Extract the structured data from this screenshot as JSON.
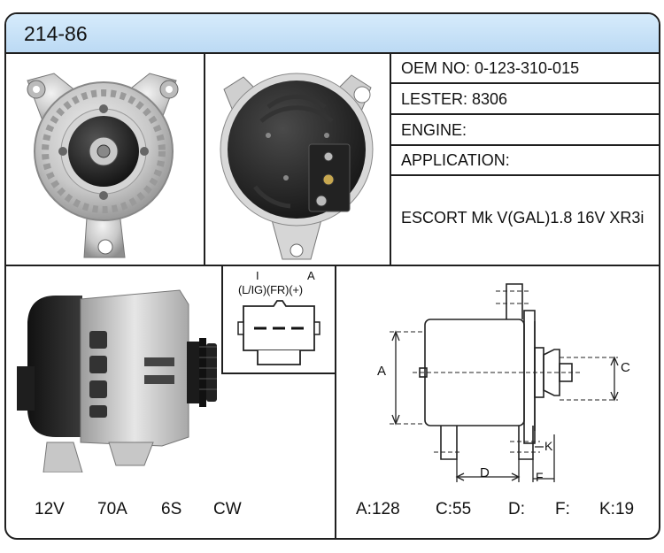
{
  "part_number": "214-86",
  "specs": {
    "oem": "OEM NO: 0-123-310-015",
    "lester": "LESTER: 8306",
    "engine": "ENGINE:",
    "application_label": "APPLICATION:",
    "application_value": "ESCORT Mk V(GAL)1.8 16V XR3i"
  },
  "connector": {
    "pin1_top": "I",
    "pin3_top": "A",
    "pin_labels": "(L/IG)(FR)(+)"
  },
  "ratings": {
    "voltage": "12V",
    "amperage": "70A",
    "pulley": "6S",
    "rotation": "CW"
  },
  "dimension_letters": {
    "a": "A",
    "c": "C",
    "d": "D",
    "f": "F",
    "k": "K"
  },
  "dimensions": {
    "a": "A:128",
    "c": "C:55",
    "d": "D:",
    "f": "F:",
    "k": "K:19"
  }
}
